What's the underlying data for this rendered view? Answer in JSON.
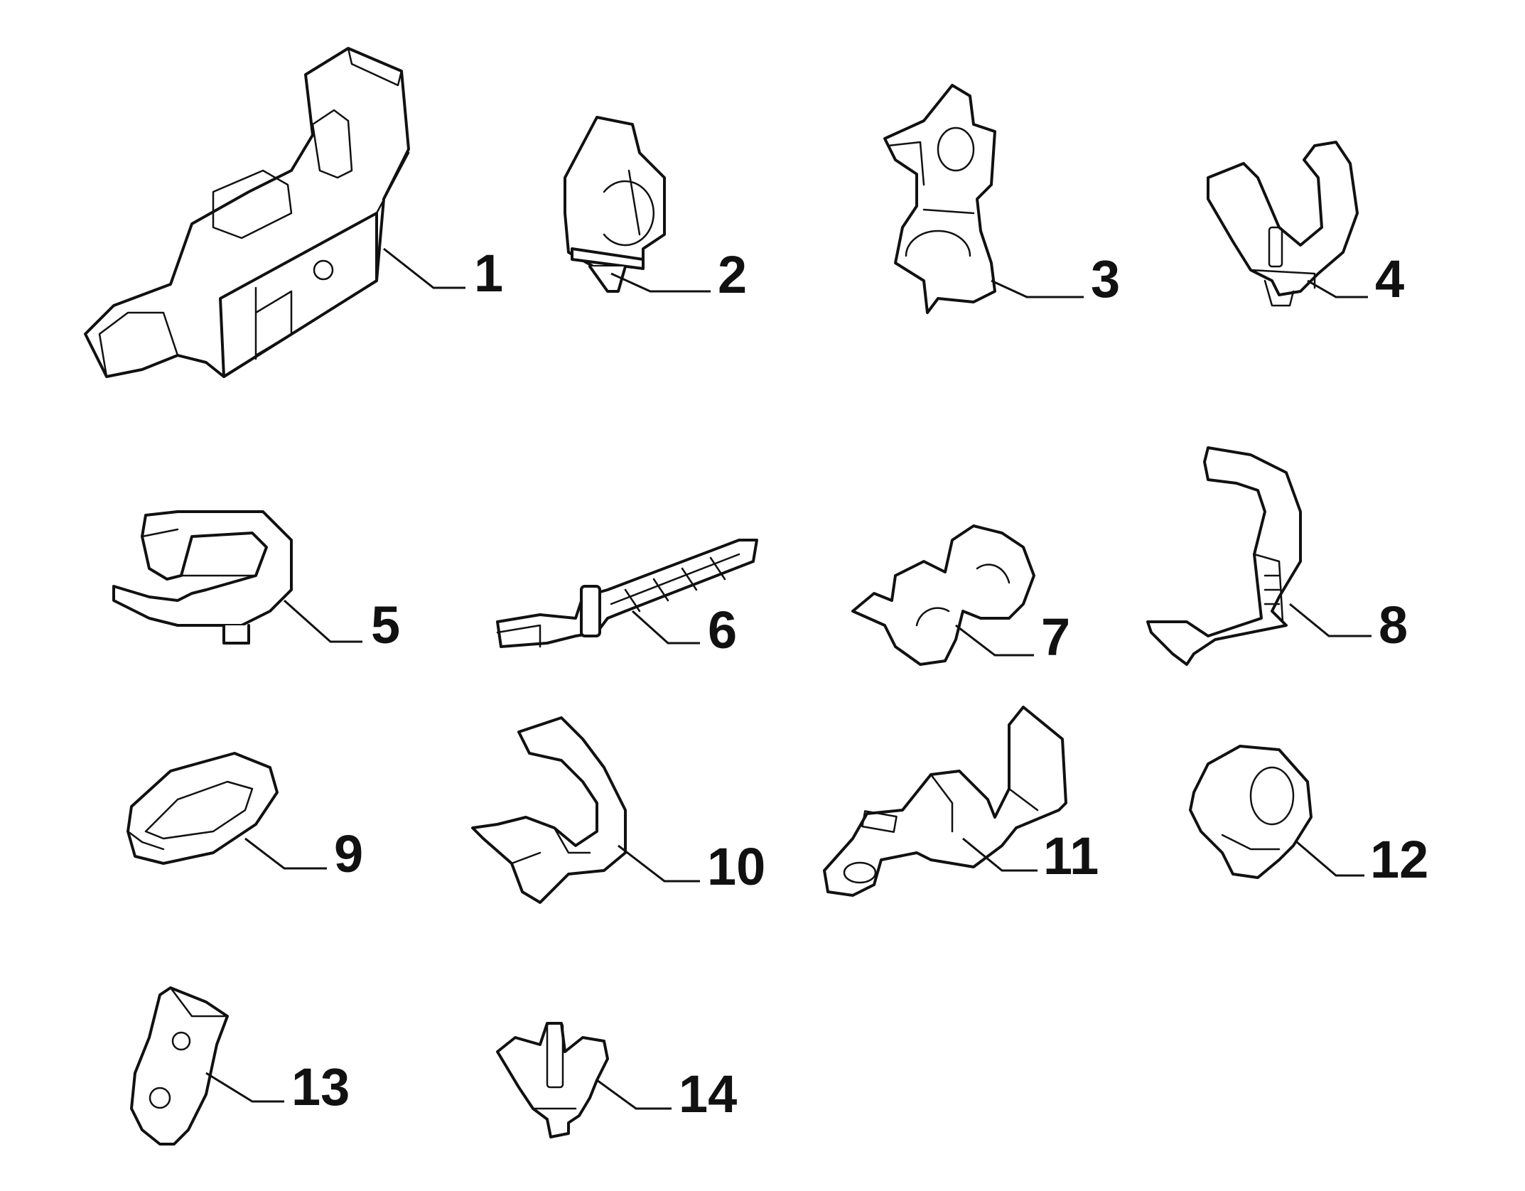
{
  "callouts": [
    {
      "id": "1",
      "text": "1"
    },
    {
      "id": "2",
      "text": "2"
    },
    {
      "id": "3",
      "text": "3"
    },
    {
      "id": "4",
      "text": "4"
    },
    {
      "id": "5",
      "text": "5"
    },
    {
      "id": "6",
      "text": "6"
    },
    {
      "id": "7",
      "text": "7"
    },
    {
      "id": "8",
      "text": "8"
    },
    {
      "id": "9",
      "text": "9"
    },
    {
      "id": "10",
      "text": "10"
    },
    {
      "id": "11",
      "text": "11"
    },
    {
      "id": "12",
      "text": "12"
    },
    {
      "id": "13",
      "text": "13"
    },
    {
      "id": "14",
      "text": "14"
    }
  ],
  "colors": {
    "line": "#111111",
    "background": "#ffffff"
  }
}
